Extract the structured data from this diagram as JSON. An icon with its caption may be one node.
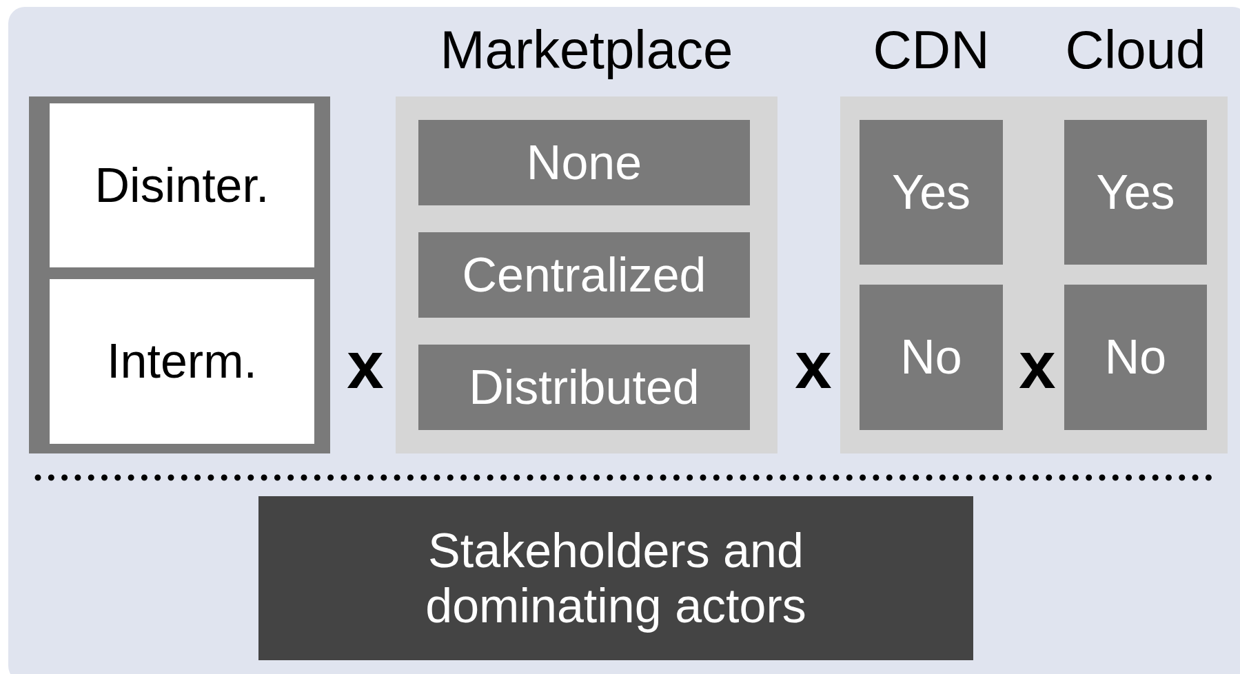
{
  "diagram": {
    "nodes": [
      {
        "text": [],
        "shape": "box"
      },
      {
        "text": [
          "Disinter."
        ],
        "in": 0
      },
      {
        "text": [
          "Interm."
        ],
        "in": 0
      },
      {
        "text": [
          "Marketplace"
        ]
      },
      {
        "text": [
          "None"
        ],
        "in": 3
      },
      {
        "text": [
          "Centralized"
        ],
        "in": 3
      },
      {
        "text": [
          "Distributed"
        ],
        "in": 3
      },
      {
        "text": [
          "CDN",
          "Cloud"
        ]
      },
      {
        "text": [
          "Yes"
        ],
        "in": 7
      },
      {
        "text": [
          "No"
        ],
        "in": 7
      },
      {
        "text": [
          "Yes"
        ],
        "in": 7
      },
      {
        "text": [
          "No"
        ],
        "in": 7
      },
      {
        "text": [
          "Stakeholders and dominating actors"
        ]
      }
    ],
    "edges": [],
    "labels": [
      "x",
      "x",
      "x"
    ]
  }
}
